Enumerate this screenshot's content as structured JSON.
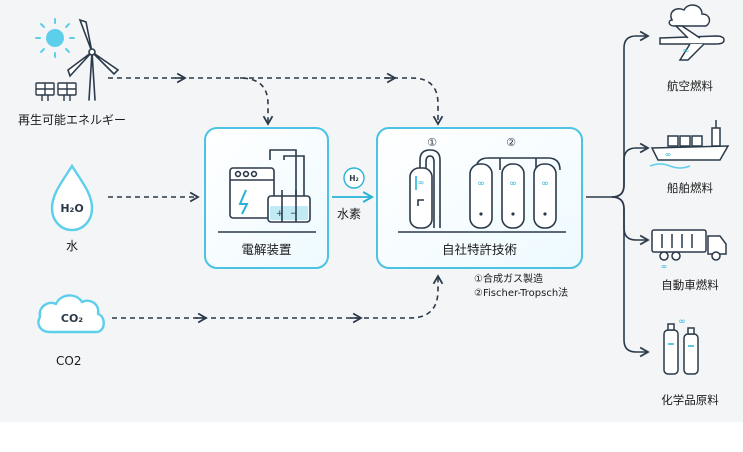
{
  "sources": {
    "renewable": "再生可能エネルギー",
    "water": "水",
    "water_icon_text": "H₂O",
    "co2": "CO2",
    "co2_icon_text": "CO₂"
  },
  "process": {
    "electrolysis": "電解装置",
    "hydrogen": "水素",
    "hydrogen_badge": "H₂",
    "technology": "自社特許技術",
    "step_marks": [
      "①",
      "②"
    ],
    "notes": [
      "①合成ガス製造",
      "②Fischer-Tropsch法"
    ]
  },
  "outputs": [
    "航空燃料",
    "船舶燃料",
    "自動車燃料",
    "化学品原料"
  ],
  "colors": {
    "accent": "#27b3d6",
    "box_border": "#4cc3e2",
    "icon_blue": "#5ecfea",
    "dark": "#2b3a4a",
    "background": "#f4f5f7"
  }
}
